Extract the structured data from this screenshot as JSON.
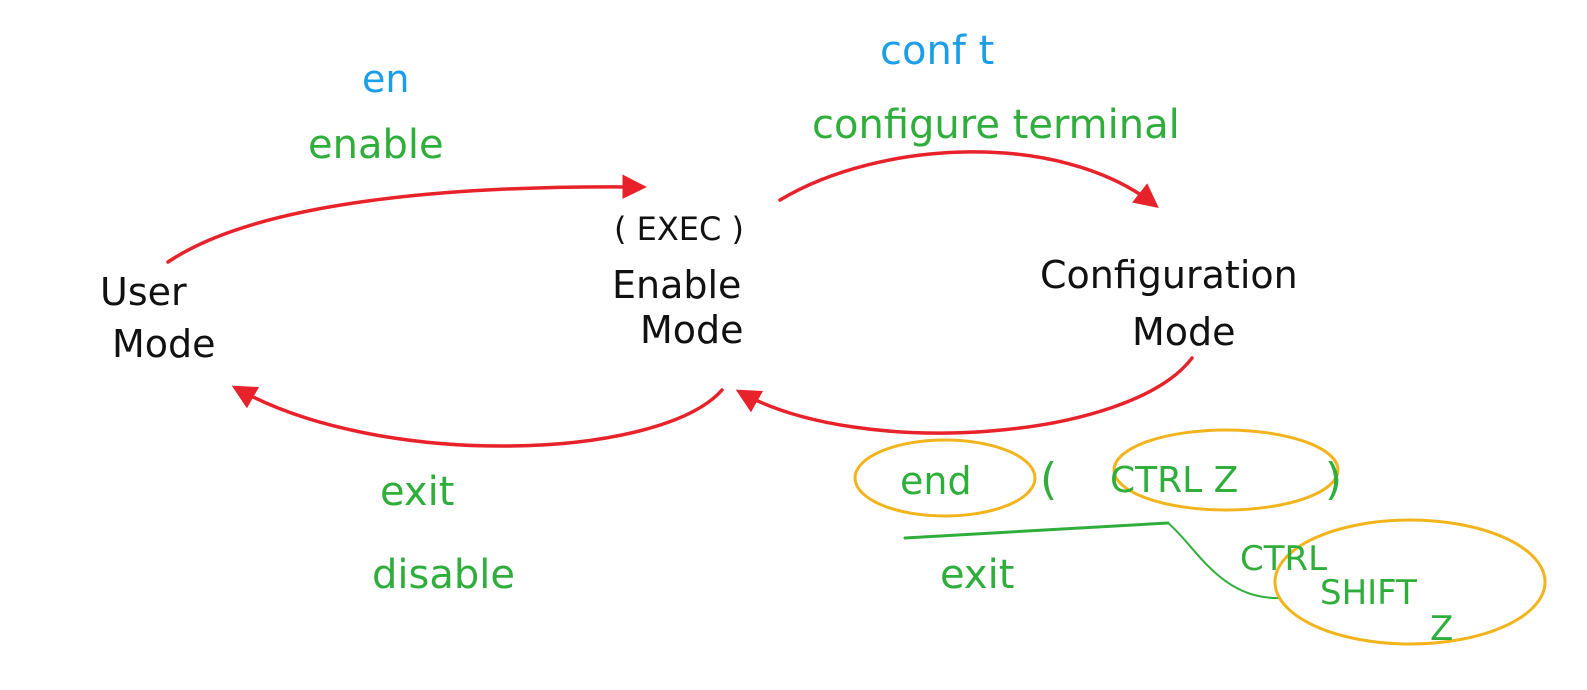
{
  "colors": {
    "arrow": "#e8222a",
    "mode_text": "#111111",
    "short_command": "#1a9ee8",
    "long_command": "#2fae3c",
    "highlight": "#f2b41c"
  },
  "modes": {
    "user": {
      "line1": "User",
      "line2": "Mode"
    },
    "enable": {
      "tag": "( EXEC )",
      "line1": "Enable",
      "line2": "Mode"
    },
    "config": {
      "line1": "Configuration",
      "line2": "Mode"
    }
  },
  "transitions": {
    "user_to_enable": {
      "short": "en",
      "long": "enable"
    },
    "enable_to_config": {
      "short": "conf t",
      "long": "configure terminal"
    },
    "enable_to_user": {
      "line1": "exit",
      "line2": "disable"
    },
    "config_to_enable": {
      "end": "end",
      "paren_open": "(",
      "ctrl_z": "CTRL Z",
      "paren_close": ")",
      "exit": "exit",
      "alt_line1": "CTRL",
      "alt_line2": "SHIFT",
      "alt_line3": "Z"
    }
  }
}
